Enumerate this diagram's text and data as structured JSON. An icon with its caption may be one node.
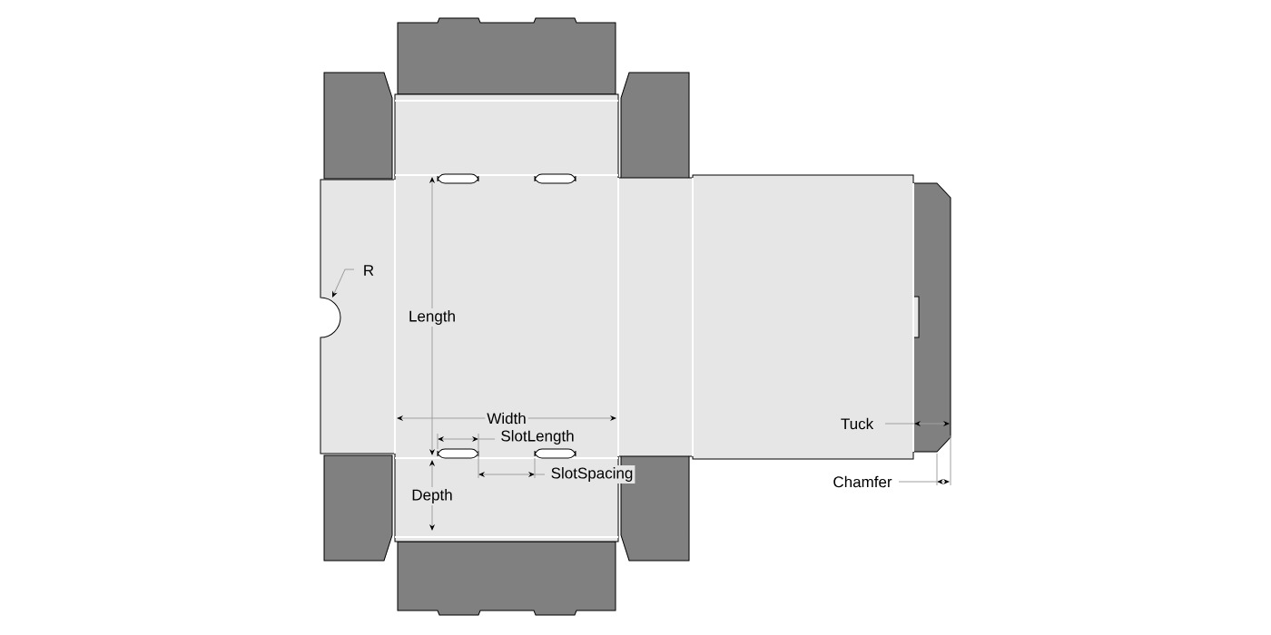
{
  "diagram": {
    "labels": [
      "R",
      "Length",
      "Width",
      "Tuck",
      "SlotLength",
      "SlotSpacing",
      "Chamfer",
      "Depth"
    ]
  }
}
